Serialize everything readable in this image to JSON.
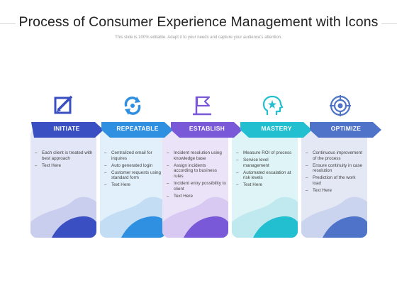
{
  "header": {
    "title": "Process of Consumer Experience Management with Icons",
    "subtitle": "This slide is 100% editable. Adapt it to your needs and capture your audience's attention."
  },
  "steps": [
    {
      "label": "INITIATE",
      "icon": "edit-icon",
      "color": "#3a4fc1",
      "bullets": [
        "Each client is treated with best approach",
        "Text Here"
      ]
    },
    {
      "label": "REPEATABLE",
      "icon": "refresh-icon",
      "color": "#2f8fe0",
      "bullets": [
        "Centralized email for inquires",
        "Auto generated login",
        "Customer requests using standard form",
        "Text Here"
      ]
    },
    {
      "label": "ESTABLISH",
      "icon": "flag-icon",
      "color": "#7a59d8",
      "bullets": [
        "Incident resolution using knowledge base",
        "Assign incidents according to business rules",
        "Incident entry possibility to client",
        "Text Here"
      ]
    },
    {
      "label": "MASTERY",
      "icon": "head-star-icon",
      "color": "#21bfd0",
      "bullets": [
        "Measure ROI of process",
        "Service level management",
        "Automated escalation at risk levels",
        "Text Here"
      ]
    },
    {
      "label": "OPTIMIZE",
      "icon": "target-icon",
      "color": "#4f73c8",
      "bullets": [
        "Continuous improvement of the process",
        "Ensure continuity in case resolution",
        "Prediction of the work load",
        "Text Here"
      ]
    }
  ]
}
